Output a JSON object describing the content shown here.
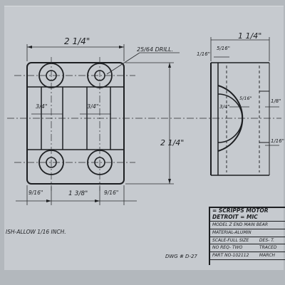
{
  "dimensions": {
    "front_width": "2 1/4\"",
    "drill": "25/64 DRILL.",
    "inner_left": "3/4\"",
    "inner_right": "3/4\"",
    "height": "2 1/4\"",
    "bottom_left": "9/16\"",
    "bottom_mid": "1 3/8\"",
    "bottom_right": "9/16\"",
    "side_width": "1 1/4\"",
    "side_left": "1/16\"",
    "side_top": "5/16\"",
    "side_inner_a": "3/4\"",
    "side_inner_b": "5/16\"",
    "side_right_top": "1/8\"",
    "side_right_bottom": "1/16\""
  },
  "notes": {
    "finish": "ISH-ALLOW 1/16 INCH.",
    "dwg": "DWG # D-27"
  },
  "title_block": {
    "company_line1": "= SCRIPPS MOTOR",
    "company_line2": "DETROIT  =  MIC",
    "model": "MODEL Z END MAIN BEAR",
    "material": "MATERIAL-ALUMIN",
    "scale": "SCALE-FULL SIZE",
    "des": "DES- T.",
    "no_req": "NO REQ- TWO",
    "traced": "TRACED",
    "part_no": "PART NO-102112",
    "date": "MARCH"
  }
}
